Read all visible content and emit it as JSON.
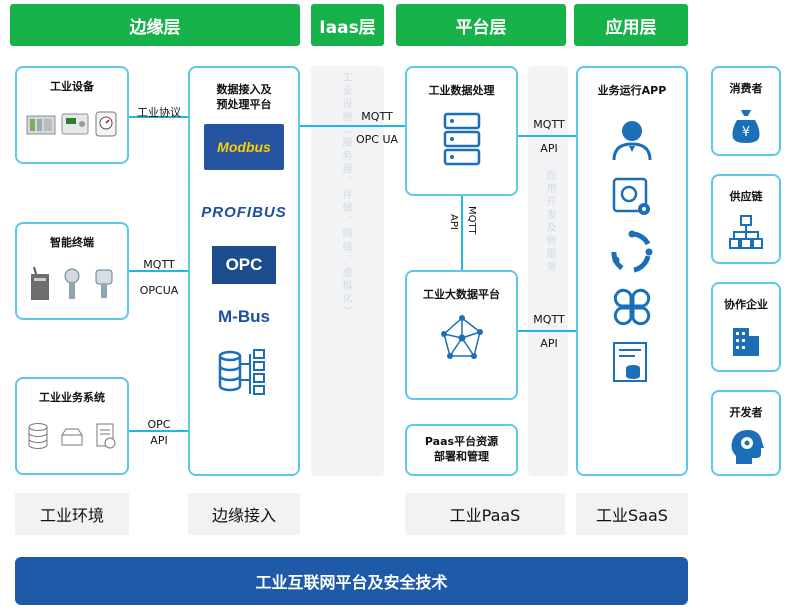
{
  "headers": {
    "edge": "边缘层",
    "iaas": "Iaas层",
    "platform": "平台层",
    "app": "应用层"
  },
  "industry_env": {
    "devices_title": "工业设备",
    "terminals_title": "智能终端",
    "systems_title": "工业业务系统"
  },
  "protocols": {
    "industrial_protocol": "工业协议",
    "mqtt": "MQTT",
    "opcua": "OPCUA",
    "opc": "OPC",
    "api": "API",
    "mqtt_iaas": "MQTT",
    "opc_ua_iaas": "OPC UA",
    "mqtt_platform_top": "MQTT",
    "api_platform_top": "API",
    "mqtt_platform_bottom": "MQTT",
    "api_platform_bottom": "API",
    "vertical_api": "API",
    "vertical_mqtt": "MQTT"
  },
  "edge_access": {
    "title_line1": "数据接入及",
    "title_line2": "预处理平台",
    "logos": [
      "Modbus",
      "PROFIBUS",
      "OPC",
      "M-Bus"
    ]
  },
  "iaas_vertical": "工业设施（服务器、存储、网络、虚拟化）",
  "paas": {
    "data_processing": "工业数据处理",
    "big_data": "工业大数据平台",
    "resource_line1": "Paas平台资源",
    "resource_line2": "部署和管理",
    "dev_vertical": "应用开发及微服务"
  },
  "saas": {
    "title": "业务运行APP"
  },
  "consumers": [
    "消费者",
    "供应链",
    "协作企业",
    "开发者"
  ],
  "footers": {
    "env": "工业环境",
    "edge": "边缘接入",
    "paas": "工业PaaS",
    "saas": "工业SaaS"
  },
  "bottom_bar": "工业互联网平台及安全技术",
  "colors": {
    "header_green": "#18b24a",
    "border_blue": "#5ec8ea",
    "icon_blue": "#1a6fb8",
    "bar_blue": "#1e5aa8"
  }
}
